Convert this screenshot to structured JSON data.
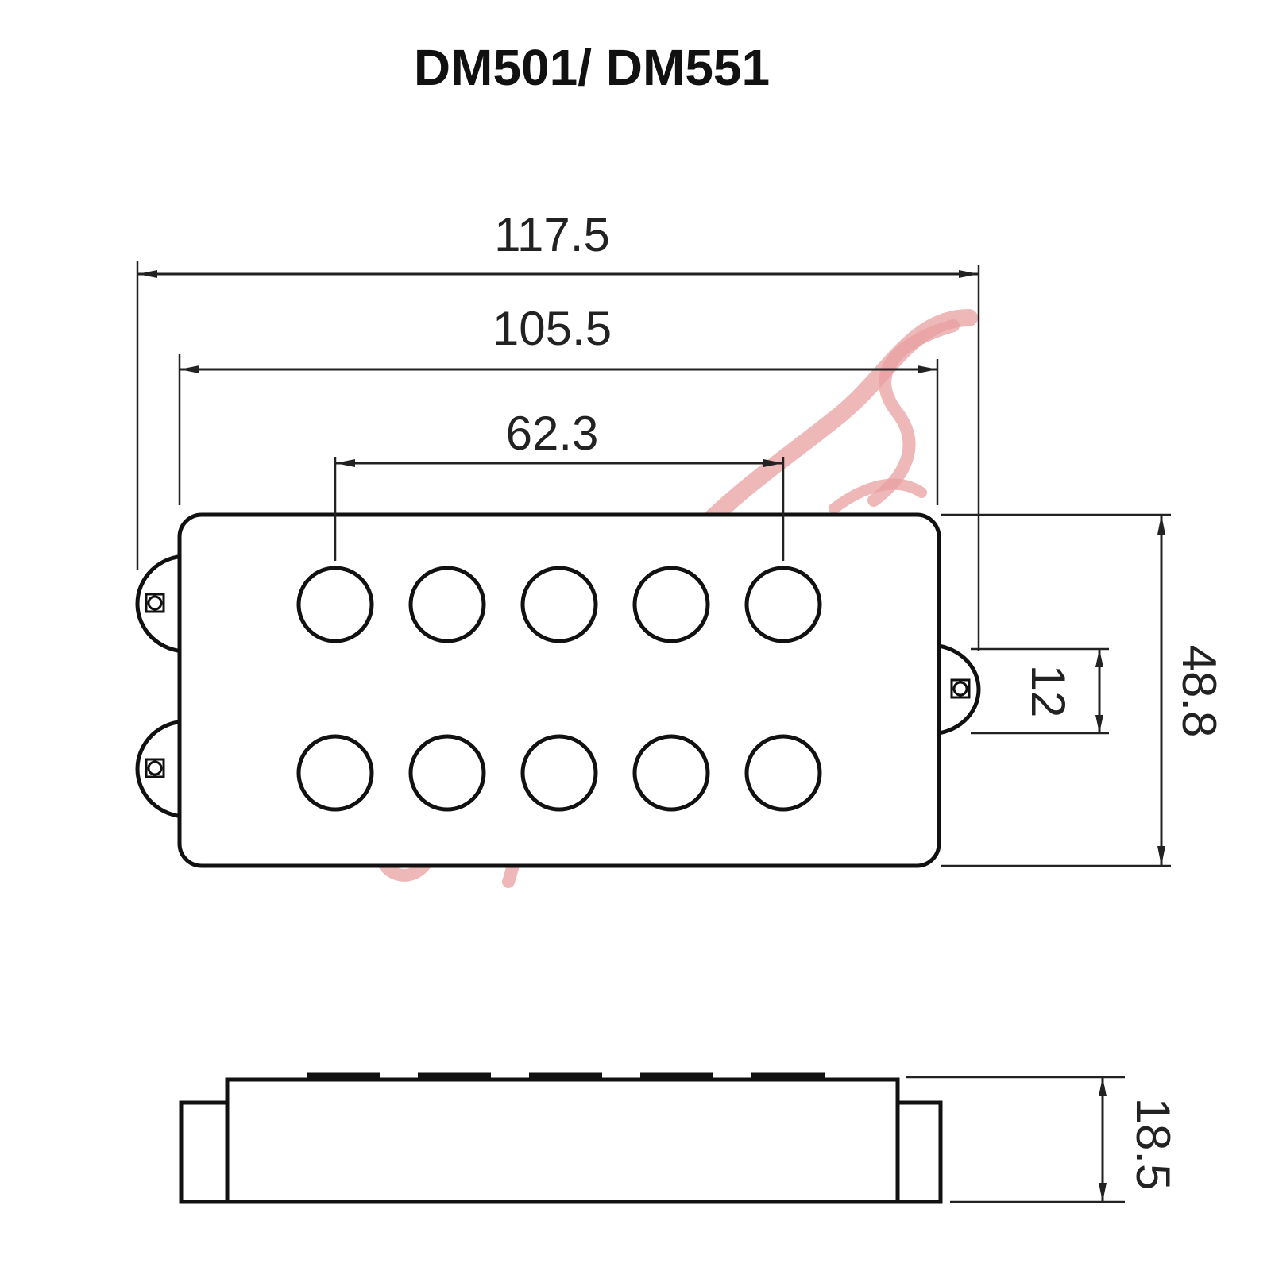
{
  "title": "DM501/ DM551",
  "dimensions": {
    "overall_length": "117.5",
    "body_length": "105.5",
    "pole_span": "62.3",
    "ear_height": "12",
    "body_width": "48.8",
    "height": "18.5"
  },
  "pole_pieces": {
    "rows": 2,
    "per_row": 5
  },
  "colors": {
    "line": "#111111",
    "watermark": "#e8a0a0"
  }
}
